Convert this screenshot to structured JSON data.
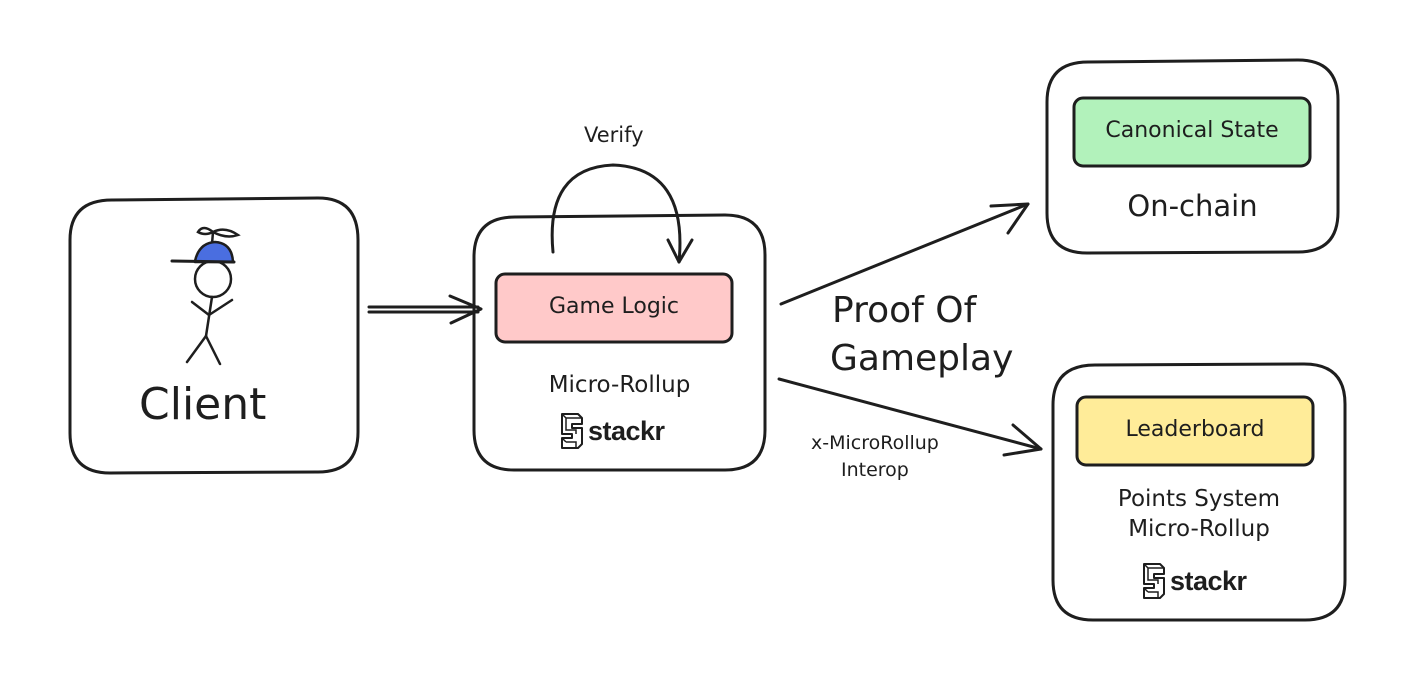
{
  "client": {
    "label": "Client"
  },
  "micro_rollup": {
    "inner_label": "Game Logic",
    "caption": "Micro-Rollup",
    "logo_text": "stackr",
    "fill": "#ffc9c9"
  },
  "verify_label": "Verify",
  "proof_label": {
    "line1": "Proof Of",
    "line2": "Gameplay"
  },
  "interop_label": {
    "line1": "x-MicroRollup",
    "line2": "Interop"
  },
  "onchain": {
    "inner_label": "Canonical State",
    "caption": "On-chain",
    "fill": "#b2f2bb"
  },
  "points": {
    "inner_label": "Leaderboard",
    "caption_line1": "Points System",
    "caption_line2": "Micro-Rollup",
    "logo_text": "stackr",
    "fill": "#ffec99"
  },
  "icons": [
    "stick-figure-icon",
    "stackr-logo-icon"
  ],
  "hat_color": "#4a6ee0",
  "stroke_color": "#1e1e1e"
}
